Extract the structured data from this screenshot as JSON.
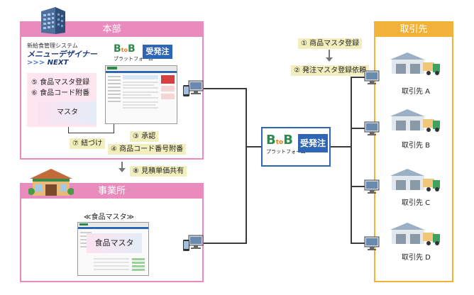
{
  "honbu": {
    "title": "本部",
    "system_small": "新給食管理システム",
    "system_name": "メニューデザイナー",
    "system_next": "NEXT",
    "btob_b1": "B",
    "btob_to": "to",
    "btob_b2": "B",
    "btob_sub": "プラットフォーム",
    "juhacchu": "受発注",
    "steps_box": [
      "⑤ 食品マスタ登録",
      "⑥ 食品コード附番"
    ],
    "master_label": "マスタ"
  },
  "flow_labels": {
    "himozuke": "⑦ 紐づけ",
    "shonin": "③ 承認",
    "shohin_code": "④ 商品コード番号附番",
    "mitsumori": "⑧ 見積単価共有",
    "shohin_master": "① 商品マスタ登録",
    "hacchu_master": "② 発注マスタ登録依頼"
  },
  "jigyosho": {
    "title": "事業所",
    "subtitle": "≪食品マスタ≫",
    "screen_label": "食品マスタ"
  },
  "center": {
    "btob_b1": "B",
    "btob_to": "to",
    "btob_b2": "B",
    "btob_sub": "プラットフォーム",
    "juhacchu": "受発注"
  },
  "torihikisaki": {
    "title": "取引先",
    "items": [
      "取引先 A",
      "取引先 B",
      "取引先 C",
      "取引先 D"
    ]
  },
  "colors": {
    "pink": "#e98bbd",
    "orange": "#f2b23a",
    "blue": "#2e66b5",
    "green": "#2e8a4a",
    "tag_bg": "#f2efbe"
  }
}
